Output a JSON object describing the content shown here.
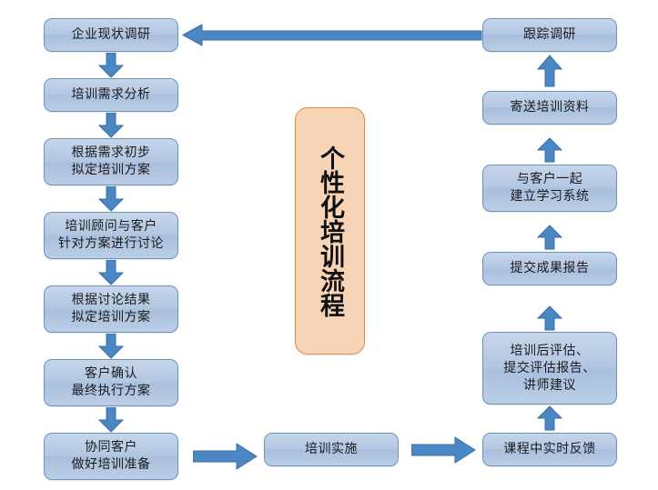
{
  "diagram": {
    "title_plaque": {
      "text": "个性化培训流程",
      "fill_color": "#f7d4b6",
      "border_color": "#e08a4e"
    },
    "node_fill_color": "#b3c7e2",
    "node_border_color": "#6b93c0",
    "arrow_fill_color": "#4a87c4",
    "arrow_border_color": "#3a6fa5",
    "left_column": [
      {
        "id": "node-enterprise-survey",
        "text": "企业现状调研"
      },
      {
        "id": "node-training-needs",
        "text": "培训需求分析"
      },
      {
        "id": "node-draft-plan",
        "text": "根据需求初步\n拟定培训方案"
      },
      {
        "id": "node-consultant-discussion",
        "text": "培训顾问与客户\n针对方案进行讨论"
      },
      {
        "id": "node-revise-plan",
        "text": "根据讨论结果\n拟定培训方案"
      },
      {
        "id": "node-client-confirm",
        "text": "客户确认\n最终执行方案"
      },
      {
        "id": "node-prepare-training",
        "text": "协同客户\n做好培训准备"
      }
    ],
    "bottom_middle": [
      {
        "id": "node-training-delivery",
        "text": "培训实施"
      }
    ],
    "right_column": [
      {
        "id": "node-realtime-feedback",
        "text": "课程中实时反馈"
      },
      {
        "id": "node-post-evaluation",
        "text": "培训后评估、\n提交评估报告、\n讲师建议"
      },
      {
        "id": "node-submit-report",
        "text": "提交成果报告"
      },
      {
        "id": "node-build-learning-system",
        "text": "与客户一起\n建立学习系统"
      },
      {
        "id": "node-send-materials",
        "text": "寄送培训资料"
      },
      {
        "id": "node-followup-survey",
        "text": "跟踪调研"
      }
    ],
    "connectors": [
      {
        "id": "arrow-down-1",
        "direction": "down"
      },
      {
        "id": "arrow-down-2",
        "direction": "down"
      },
      {
        "id": "arrow-down-3",
        "direction": "down"
      },
      {
        "id": "arrow-down-4",
        "direction": "down"
      },
      {
        "id": "arrow-down-5",
        "direction": "down"
      },
      {
        "id": "arrow-down-6",
        "direction": "down"
      },
      {
        "id": "arrow-right-1",
        "direction": "right"
      },
      {
        "id": "arrow-right-2",
        "direction": "right"
      },
      {
        "id": "arrow-up-1",
        "direction": "up"
      },
      {
        "id": "arrow-up-2",
        "direction": "up"
      },
      {
        "id": "arrow-up-3",
        "direction": "up"
      },
      {
        "id": "arrow-up-4",
        "direction": "up"
      },
      {
        "id": "arrow-up-5",
        "direction": "up"
      },
      {
        "id": "arrow-return-left",
        "direction": "left"
      }
    ]
  }
}
